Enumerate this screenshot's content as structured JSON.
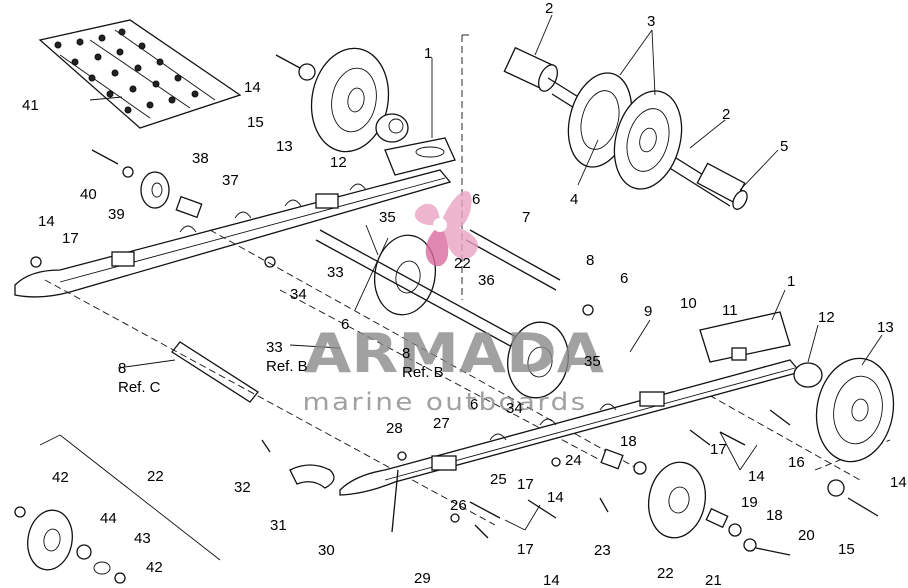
{
  "callouts": {
    "c1a": "1",
    "c1b": "1",
    "c2a": "2",
    "c2b": "2",
    "c3": "3",
    "c4": "4",
    "c5": "5",
    "c6a": "6",
    "c6b": "6",
    "c6c": "6",
    "c6d": "6",
    "c7": "7",
    "c8a": "8",
    "c8b": "8",
    "c8c": "8",
    "c9": "9",
    "c10": "10",
    "c11": "11",
    "c12a": "12",
    "c12b": "12",
    "c13a": "13",
    "c13b": "13",
    "c14a": "14",
    "c14b": "14",
    "c14c": "14",
    "c14d": "14",
    "c14e": "14",
    "c14f": "14",
    "c15a": "15",
    "c15b": "15",
    "c16": "16",
    "c17a": "17",
    "c17b": "17",
    "c17c": "17",
    "c17d": "17",
    "c18a": "18",
    "c18b": "18",
    "c19": "19",
    "c20": "20",
    "c21": "21",
    "c22a": "22",
    "c22b": "22",
    "c22c": "22",
    "c23": "23",
    "c24": "24",
    "c25": "25",
    "c26": "26",
    "c27": "27",
    "c28": "28",
    "c29": "29",
    "c30": "30",
    "c31": "31",
    "c32": "32",
    "c33a": "33",
    "c33b": "33",
    "c34a": "34",
    "c34b": "34",
    "c35a": "35",
    "c35b": "35",
    "c36": "36",
    "c37": "37",
    "c38": "38",
    "c39": "39",
    "c40": "40",
    "c41": "41",
    "c42a": "42",
    "c42b": "42",
    "c43": "43",
    "c44": "44"
  },
  "refs": {
    "refC": "Ref. C",
    "refB1": "Ref. B",
    "refB2": "Ref. B"
  },
  "watermark": {
    "brand": "ARMADA",
    "tagline": "marine outboards"
  },
  "colors": {
    "logo_pink": "#e9a3c3",
    "logo_pink_dark": "#d96aa0",
    "watermark_gray": "#8a8a8a"
  }
}
